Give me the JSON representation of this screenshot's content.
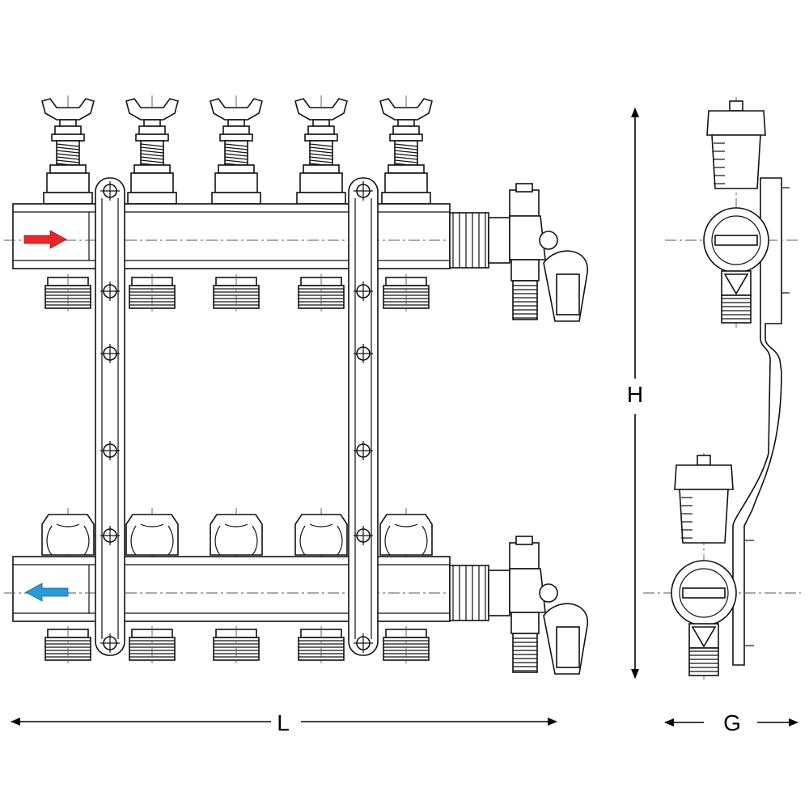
{
  "dimensions": {
    "length_label": "L",
    "height_label": "H",
    "depth_label": "G"
  },
  "flow": {
    "supply_color": "#e8262b",
    "return_color": "#2a9ad8"
  },
  "outlets_per_bar": 5
}
